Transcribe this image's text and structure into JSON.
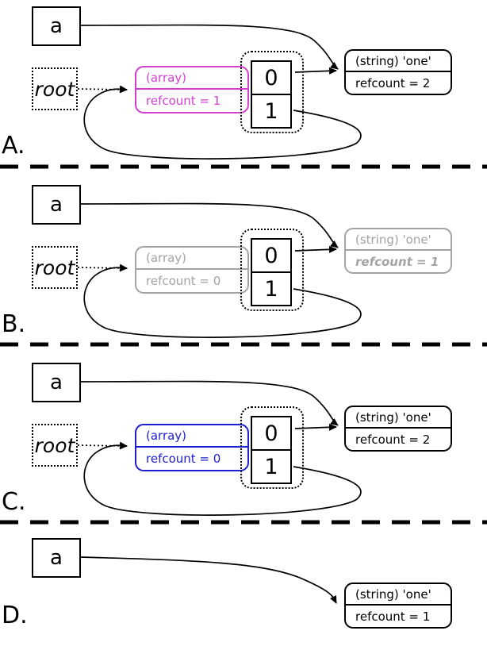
{
  "colors": {
    "magenta": "#d33fd3",
    "blue": "#1d1dd1",
    "gray": "#a3a3a3",
    "black": "#000000"
  },
  "panels": [
    {
      "label": "A.",
      "var": "a",
      "root": "root",
      "array": {
        "type": "(array)",
        "refcount": "refcount = 1",
        "color": "magenta"
      },
      "cells": [
        "0",
        "1"
      ],
      "string": {
        "type": "(string) 'one'",
        "refcount": "refcount = 2",
        "color": "black",
        "refcount_emphasis": false
      }
    },
    {
      "label": "B.",
      "var": "a",
      "root": "root",
      "array": {
        "type": "(array)",
        "refcount": "refcount = 0",
        "color": "gray"
      },
      "cells": [
        "0",
        "1"
      ],
      "string": {
        "type": "(string) 'one'",
        "refcount": "refcount = 1",
        "color": "gray",
        "refcount_emphasis": true
      }
    },
    {
      "label": "C.",
      "var": "a",
      "root": "root",
      "array": {
        "type": "(array)",
        "refcount": "refcount = 0",
        "color": "blue"
      },
      "cells": [
        "0",
        "1"
      ],
      "string": {
        "type": "(string) 'one'",
        "refcount": "refcount = 2",
        "color": "black",
        "refcount_emphasis": false
      }
    },
    {
      "label": "D.",
      "var": "a",
      "string": {
        "type": "(string) 'one'",
        "refcount": "refcount = 1",
        "color": "black",
        "refcount_emphasis": false
      }
    }
  ]
}
